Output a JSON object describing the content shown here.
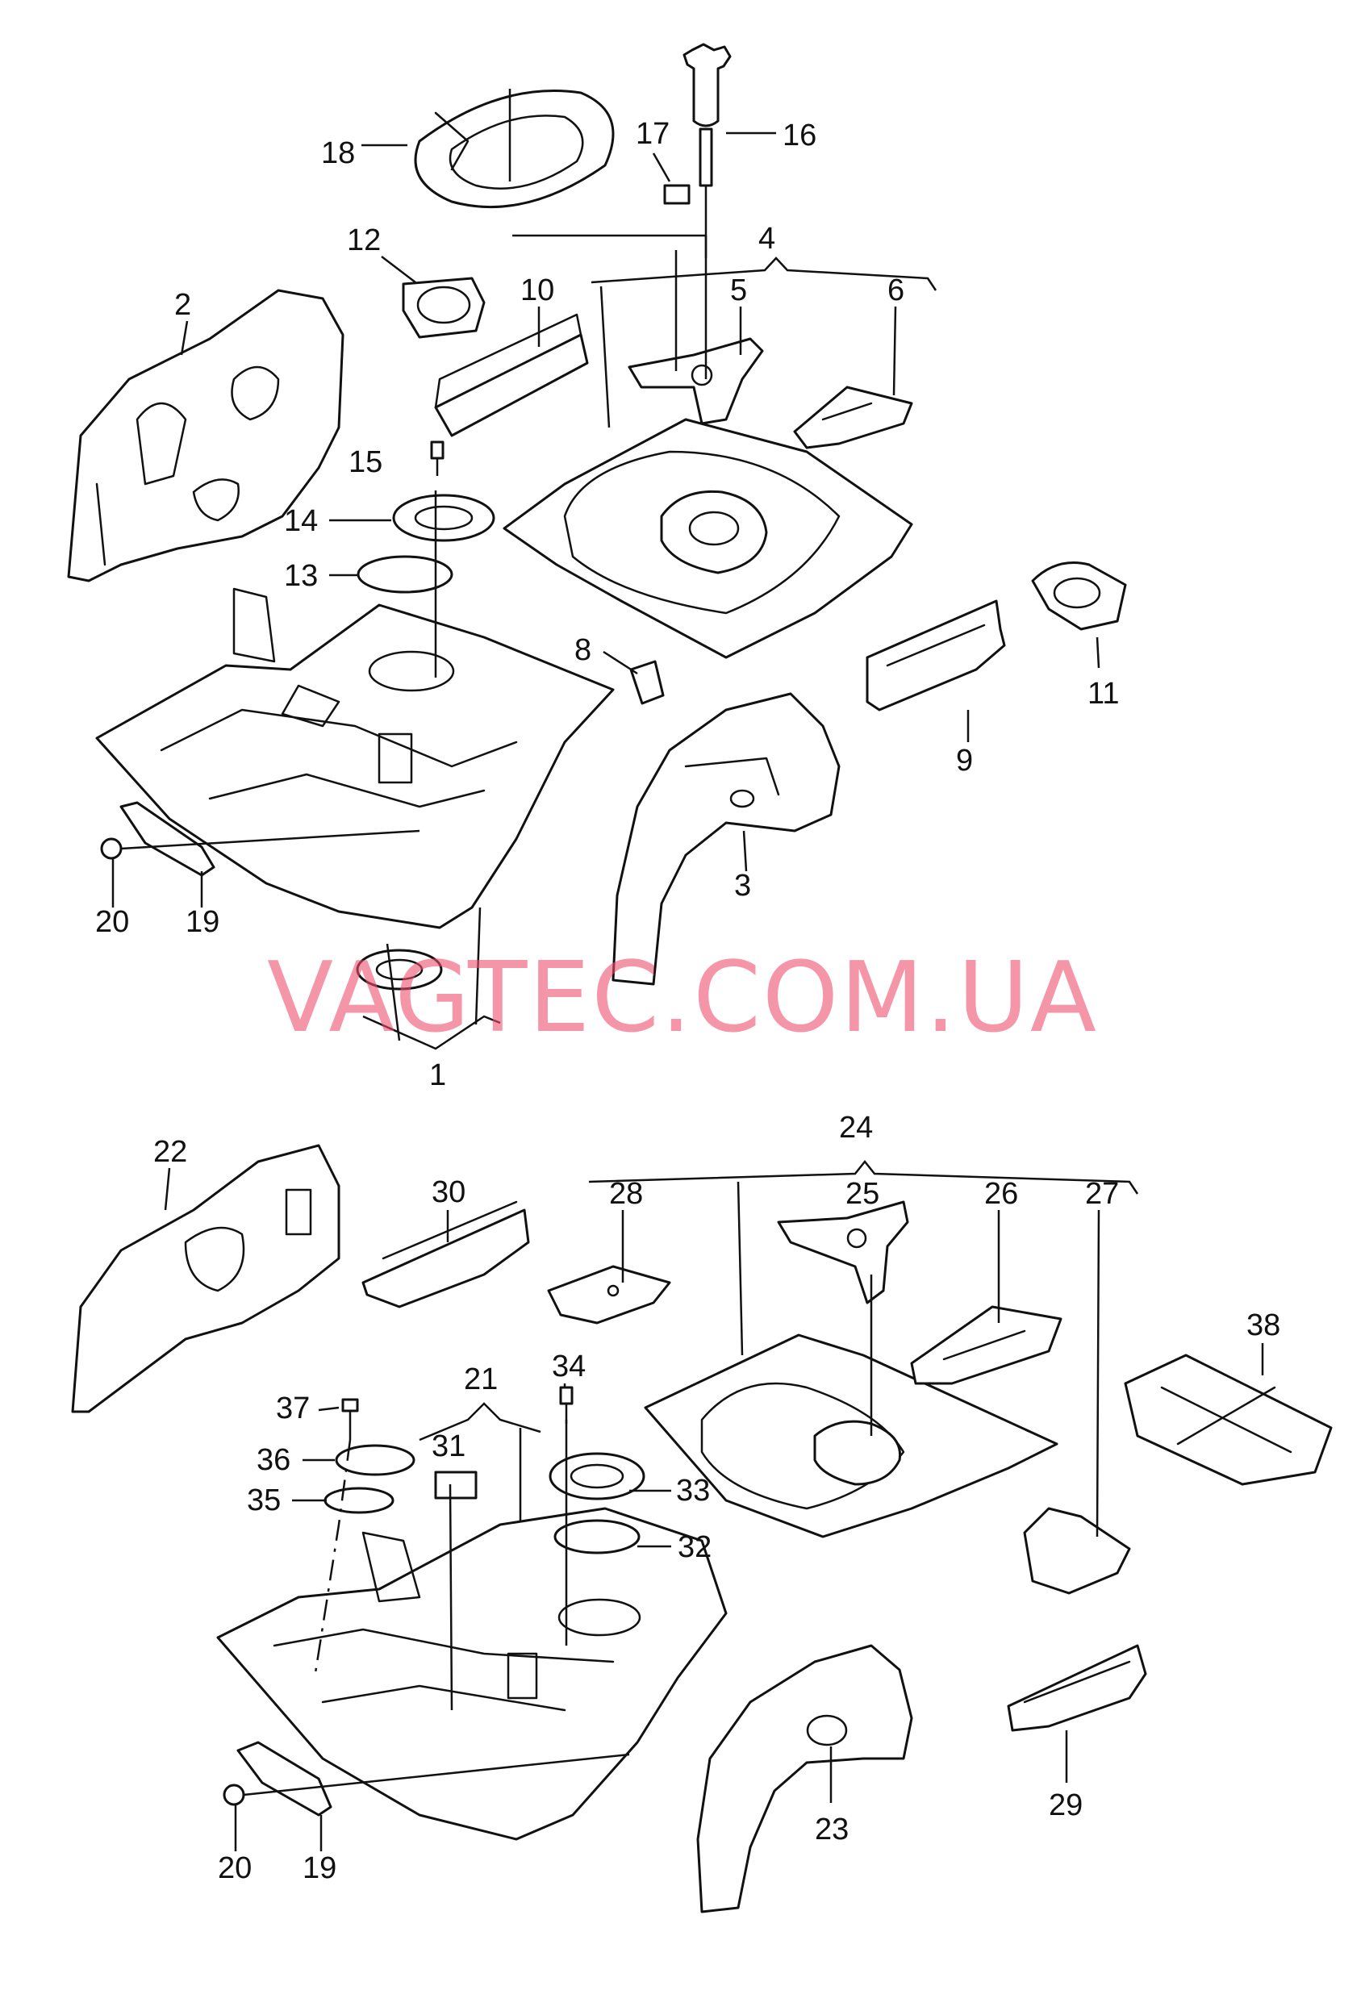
{
  "watermark": "VAGTEC.COM.UA",
  "watermark_color": "#EC506E",
  "callouts": {
    "c1": "1",
    "c2": "2",
    "c3": "3",
    "c4": "4",
    "c5": "5",
    "c6": "6",
    "c8": "8",
    "c9": "9",
    "c10": "10",
    "c11": "11",
    "c12": "12",
    "c13": "13",
    "c14": "14",
    "c15": "15",
    "c16": "16",
    "c17": "17",
    "c18": "18",
    "c19a": "19",
    "c20a": "20",
    "c19b": "19",
    "c20b": "20",
    "c21": "21",
    "c22": "22",
    "c23": "23",
    "c24": "24",
    "c25": "25",
    "c26": "26",
    "c27": "27",
    "c28": "28",
    "c29": "29",
    "c30": "30",
    "c31": "31",
    "c32": "32",
    "c33": "33",
    "c34": "34",
    "c35": "35",
    "c36": "36",
    "c37": "37",
    "c38": "38"
  }
}
